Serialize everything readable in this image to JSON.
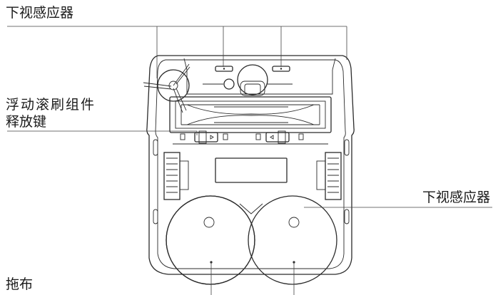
{
  "labels": {
    "sensor_top": "下视感应器",
    "roller_release_line1": "浮动滚刷组件",
    "roller_release_line2": "释放键",
    "sensor_right": "下视感应器",
    "mop": "拖布"
  },
  "colors": {
    "line": "#2b2b2b",
    "text": "#1a1a1a",
    "background": "#ffffff"
  }
}
